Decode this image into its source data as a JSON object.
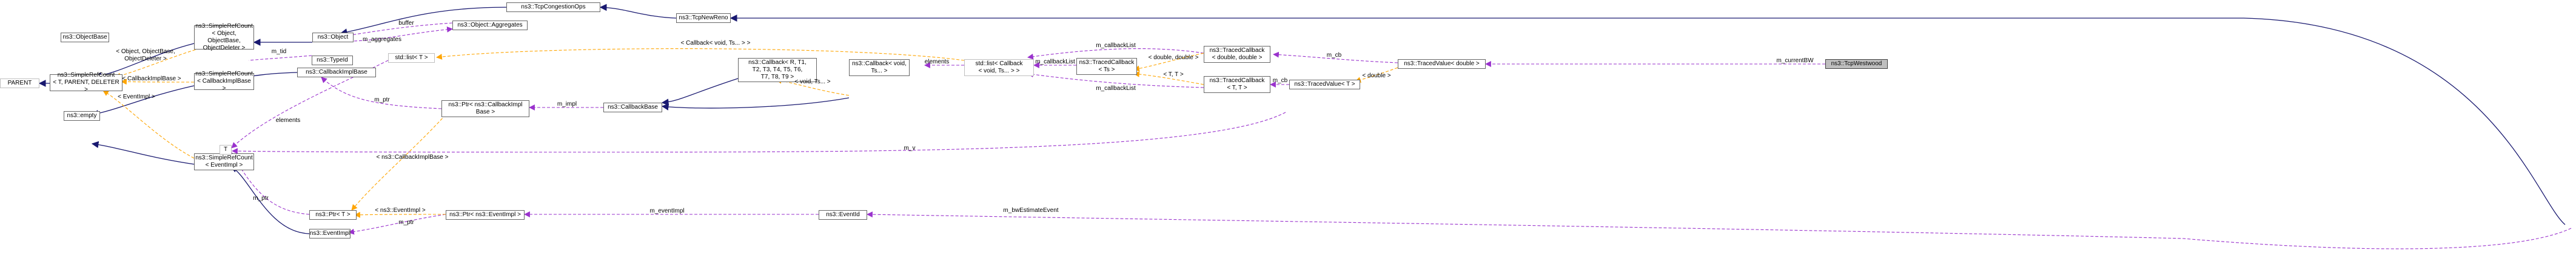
{
  "nodes": {
    "tcp_westwood": "ns3::TcpWestwood",
    "tcp_newreno": "ns3::TcpNewReno",
    "tcp_congestion_ops": "ns3::TcpCongestionOps",
    "object": "ns3::Object",
    "object_aggregates": "ns3::Object::Aggregates",
    "simple_ref_count_object": "ns3::SimpleRefCount\n< Object, ObjectBase,\n ObjectDeleter >",
    "object_base": "ns3::ObjectBase",
    "type_id": "ns3::TypeId",
    "parent": "PARENT",
    "simple_ref_count_generic": "ns3::SimpleRefCount\n< T, PARENT, DELETER >",
    "empty": "ns3::empty",
    "simple_ref_count_callback": "ns3::SimpleRefCount\n< CallbackImplBase >",
    "callback_impl_base": "ns3::CallbackImplBase",
    "simple_ref_count_event": "ns3::SimpleRefCount\n< EventImpl >",
    "event_impl": "ns3::EventImpl",
    "t": "T",
    "std_list_t": "std::list< T >",
    "ptr_t": "ns3::Ptr< T >",
    "ptr_callback_impl": "ns3::Ptr< ns3::CallbackImpl\nBase >",
    "ptr_event_impl": "ns3::Ptr< ns3::EventImpl >",
    "callback_base": "ns3::CallbackBase",
    "callback_generic": "ns3::Callback< R, T1,\n T2, T3, T4, T5, T6,\n T7, T8, T9 >",
    "callback_void": "ns3::Callback< void,\n Ts... >",
    "std_list_callback": "std::list< Callback\n< void, Ts... > >",
    "traced_callback_ts": "ns3::TracedCallback\n< Ts >",
    "traced_callback_double": "ns3::TracedCallback\n< double, double >",
    "traced_callback_t": "ns3::TracedCallback\n< T, T >",
    "traced_value_double": "ns3::TracedValue< double >",
    "traced_value_t": "ns3::TracedValue< T >",
    "event_id": "ns3::EventId"
  },
  "edge_labels": {
    "buffer": "buffer",
    "m_aggregates": "m_aggregates",
    "m_tid": "m_tid",
    "obj_template_args": "< Object, ObjectBase,\nObjectDeleter >",
    "callback_impl_base_arg": "< CallbackImplBase >",
    "event_impl_arg": "< EventImpl >",
    "elements_t": "elements",
    "m_ptr_callback": "m_ptr",
    "m_impl": "m_impl",
    "callback_impl_base_ptr_arg": "< ns3::CallbackImplBase >",
    "m_ptr_t": "m_ptr",
    "m_ptr_event": "m_ptr",
    "event_impl_ptr_arg": "< ns3::EventImpl >",
    "m_event_impl": "m_eventImpl",
    "callback_ts_list_arg": "< Callback< void, Ts... > >",
    "void_ts_arg": "< void, Ts... >",
    "elements_callback": "elements",
    "m_callback_list_top": "m_callbackList",
    "m_callback_list_mid": "m_callbackList",
    "m_callback_list_bottom": "m_callbackList",
    "double_double_arg": "< double, double >",
    "t_t_arg": "< T, T >",
    "m_cb_double": "m_cb",
    "m_cb_t": "m_cb",
    "double_arg": "< double >",
    "m_current_bw": "m_currentBW",
    "m_v": "m_v",
    "m_bw_estimate_event": "m_bwEstimateEvent"
  },
  "colors": {
    "inheritance": "#191970",
    "usage": "#9a32cd",
    "template": "#ffa500",
    "node_border": "#666666",
    "focus_fill": "#bfbfbf"
  }
}
